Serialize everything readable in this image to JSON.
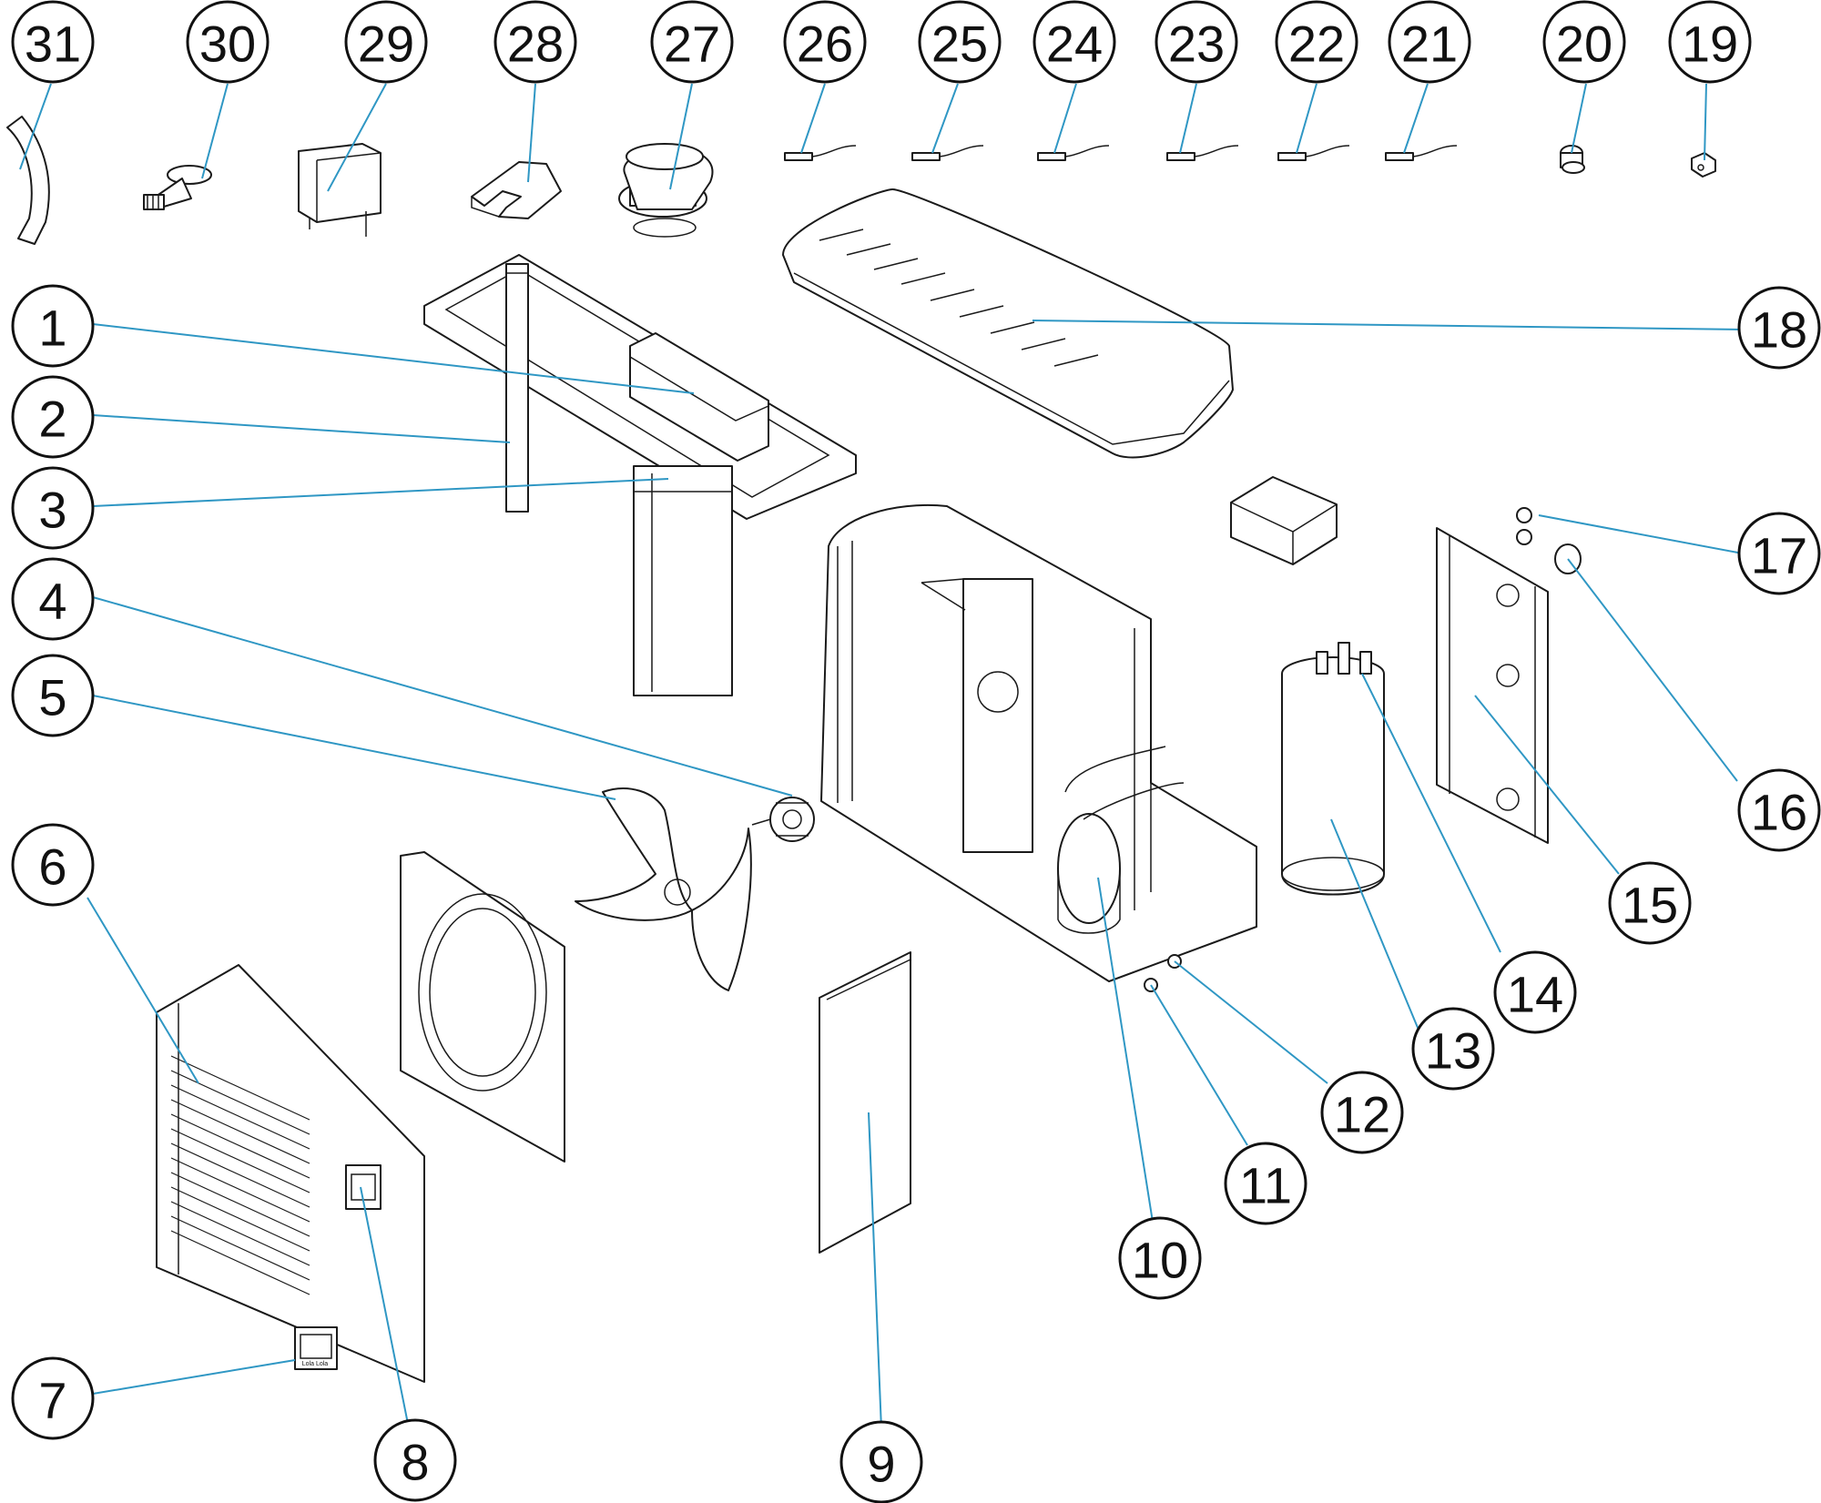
{
  "colors": {
    "leader_line": "#2f97c4",
    "outline": "#1a1a1a",
    "background": "#ffffff"
  },
  "callouts": [
    {
      "id": "1",
      "label": "1"
    },
    {
      "id": "2",
      "label": "2"
    },
    {
      "id": "3",
      "label": "3"
    },
    {
      "id": "4",
      "label": "4"
    },
    {
      "id": "5",
      "label": "5"
    },
    {
      "id": "6",
      "label": "6"
    },
    {
      "id": "7",
      "label": "7"
    },
    {
      "id": "8",
      "label": "8"
    },
    {
      "id": "9",
      "label": "9"
    },
    {
      "id": "10",
      "label": "10"
    },
    {
      "id": "11",
      "label": "11"
    },
    {
      "id": "12",
      "label": "12"
    },
    {
      "id": "13",
      "label": "13"
    },
    {
      "id": "14",
      "label": "14"
    },
    {
      "id": "15",
      "label": "15"
    },
    {
      "id": "16",
      "label": "16"
    },
    {
      "id": "17",
      "label": "17"
    },
    {
      "id": "18",
      "label": "18"
    },
    {
      "id": "19",
      "label": "19"
    },
    {
      "id": "20",
      "label": "20"
    },
    {
      "id": "21",
      "label": "21"
    },
    {
      "id": "22",
      "label": "22"
    },
    {
      "id": "23",
      "label": "23"
    },
    {
      "id": "24",
      "label": "24"
    },
    {
      "id": "25",
      "label": "25"
    },
    {
      "id": "26",
      "label": "26"
    },
    {
      "id": "27",
      "label": "27"
    },
    {
      "id": "28",
      "label": "28"
    },
    {
      "id": "29",
      "label": "29"
    },
    {
      "id": "30",
      "label": "30"
    },
    {
      "id": "31",
      "label": "31"
    }
  ],
  "display_labels": {
    "front_panel_text": "Lola  Lola"
  }
}
